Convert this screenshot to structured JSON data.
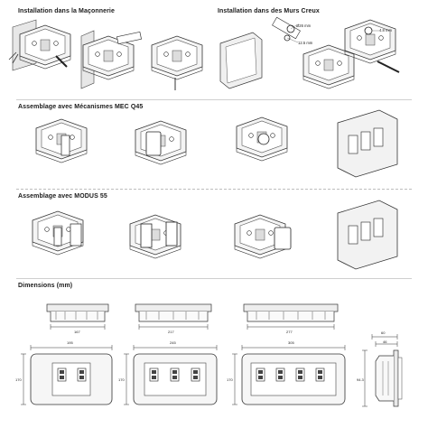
{
  "sections": {
    "installation_maconnerie": "Installation dans la Maçonnerie",
    "installation_murs_creux": "Installation dans des Murs Creux",
    "assemblage_mec": "Assemblage avec Mécanismes MEC Q45",
    "assemblage_modus": "Assemblage avec MODUS 55",
    "dimensions": "Dimensions (mm)"
  },
  "callouts": {
    "hole_diameter": "Ø26 mm",
    "wall_depth": "12.5 mm",
    "screw_depth": "4.8 mm"
  },
  "dimensions": {
    "top_views": [
      "167",
      "217",
      "277"
    ],
    "front_views": [
      {
        "width": "195",
        "height": "170"
      },
      {
        "width": "245",
        "height": "170"
      },
      {
        "width": "305",
        "height": "170"
      }
    ],
    "side_view": {
      "top": "60",
      "mid": "46",
      "height": "94.3"
    }
  },
  "colors": {
    "line": "#333333",
    "fill": "#f2f2f2",
    "text": "#1a1a1a"
  }
}
